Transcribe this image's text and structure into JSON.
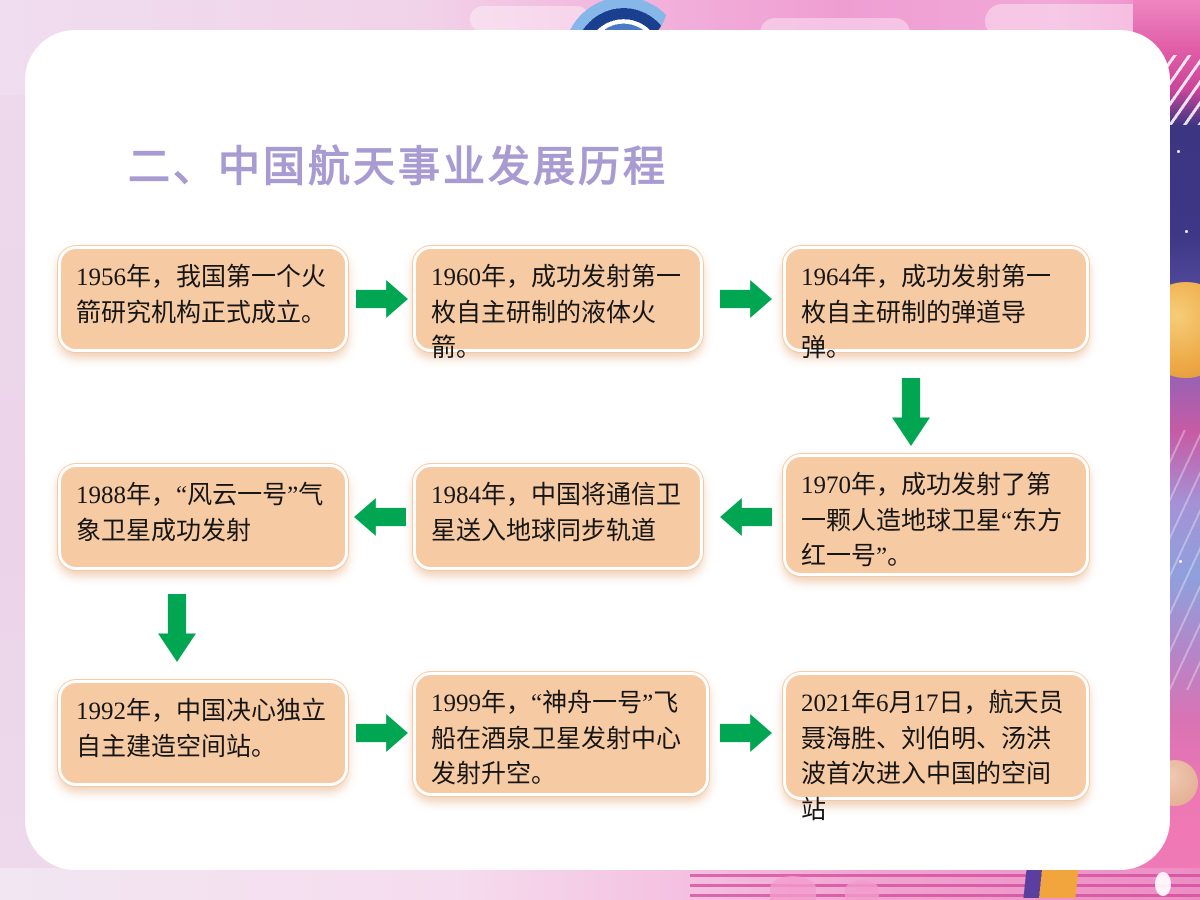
{
  "slide": {
    "title": "二、中国航天事业发展历程"
  },
  "timeline": {
    "boxes": [
      {
        "year": "1956",
        "text": "1956年，我国第一个火箭研究机构正式成立。"
      },
      {
        "year": "1960",
        "text": "1960年，成功发射第一枚自主研制的液体火箭。"
      },
      {
        "year": "1964",
        "text": "1964年，成功发射第一枚自主研制的弹道导弹。"
      },
      {
        "year": "1970",
        "text": "1970年，成功发射了第一颗人造地球卫星“东方红一号”。"
      },
      {
        "year": "1984",
        "text": "1984年，中国将通信卫星送入地球同步轨道"
      },
      {
        "year": "1988",
        "text": "1988年，“风云一号”气象卫星成功发射"
      },
      {
        "year": "1992",
        "text": "1992年，中国决心独立自主建造空间站。"
      },
      {
        "year": "1999",
        "text": "1999年，“神舟一号”飞船在酒泉卫星发射中心发射升空。"
      },
      {
        "year": "2021",
        "text": "2021年6月17日，航天员聂海胜、刘伯明、汤洪波首次进入中国的空间站"
      }
    ],
    "arrows": [
      {
        "from": "1956",
        "to": "1960",
        "direction": "right"
      },
      {
        "from": "1960",
        "to": "1964",
        "direction": "right"
      },
      {
        "from": "1964",
        "to": "1970",
        "direction": "down"
      },
      {
        "from": "1970",
        "to": "1984",
        "direction": "left"
      },
      {
        "from": "1984",
        "to": "1988",
        "direction": "left"
      },
      {
        "from": "1988",
        "to": "1992",
        "direction": "down"
      },
      {
        "from": "1992",
        "to": "1999",
        "direction": "right"
      },
      {
        "from": "1999",
        "to": "2021",
        "direction": "right"
      }
    ]
  },
  "colors": {
    "title": "#a89bd2",
    "box_fill": "#f6caa3",
    "box_border": "#ffffff",
    "arrow_green": "#00a651",
    "background_pink": "#ecd7ea",
    "panel_white": "#ffffff"
  }
}
